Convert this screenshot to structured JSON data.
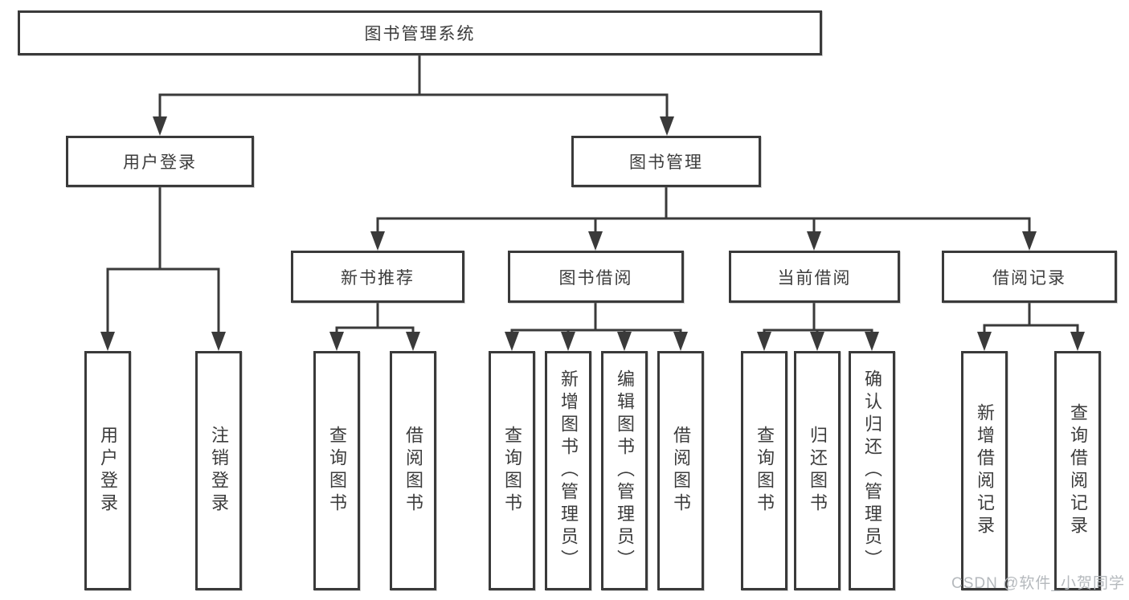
{
  "tree": {
    "root": {
      "label": "图书管理系统",
      "children": [
        {
          "label": "用户登录",
          "children": [
            {
              "label": "用户登录"
            },
            {
              "label": "注销登录"
            }
          ]
        },
        {
          "label": "图书管理",
          "children": [
            {
              "label": "新书推荐",
              "children": [
                {
                  "label": "查询图书"
                },
                {
                  "label": "借阅图书"
                }
              ]
            },
            {
              "label": "图书借阅",
              "children": [
                {
                  "label": "查询图书"
                },
                {
                  "label": "新增图书（管理员）"
                },
                {
                  "label": "编辑图书（管理员）"
                },
                {
                  "label": "借阅图书"
                }
              ]
            },
            {
              "label": "当前借阅",
              "children": [
                {
                  "label": "查询图书"
                },
                {
                  "label": "归还图书"
                },
                {
                  "label": "确认归还（管理员）"
                }
              ]
            },
            {
              "label": "借阅记录",
              "children": [
                {
                  "label": "新增借阅记录"
                },
                {
                  "label": "查询借阅记录"
                }
              ]
            }
          ]
        }
      ]
    }
  },
  "watermark": "CSDN @软件_小贺同学",
  "colors": {
    "line": "#3a3a3a",
    "text": "#3c3c3c",
    "watermark": "#b5b9bd",
    "background": "#ffffff"
  }
}
